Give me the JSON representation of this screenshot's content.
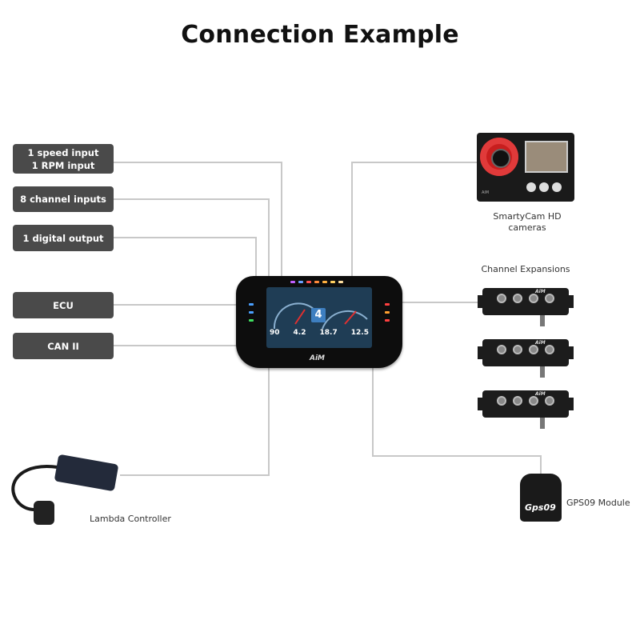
{
  "title": "Connection Example",
  "inputs": [
    {
      "line1": "1 speed input",
      "line2": "1 RPM input"
    },
    {
      "line1": "8 channel inputs",
      "line2": ""
    },
    {
      "line1": "1 digital output",
      "line2": ""
    },
    {
      "line1": "ECU",
      "line2": ""
    },
    {
      "line1": "CAN II",
      "line2": ""
    }
  ],
  "devices": {
    "smartycam": {
      "line1": "SmartyCam HD",
      "line2": "cameras"
    },
    "expansions": "Channel Expansions",
    "gps": "GPS09 Module",
    "lambda": "Lambda Controller"
  },
  "dashboard": {
    "gear": "4",
    "values": [
      "90",
      "4.2",
      "18.7",
      "12.5"
    ],
    "brand": "AiM"
  },
  "product_marks": {
    "gps_face": "Gps09",
    "expansion_brand": "AiM",
    "smartycam_brand": "AiM"
  },
  "colors": {
    "wire": "#c8c8c8",
    "input_box": "#4a4a4a",
    "smartycam_lens": "#c81e1e"
  }
}
